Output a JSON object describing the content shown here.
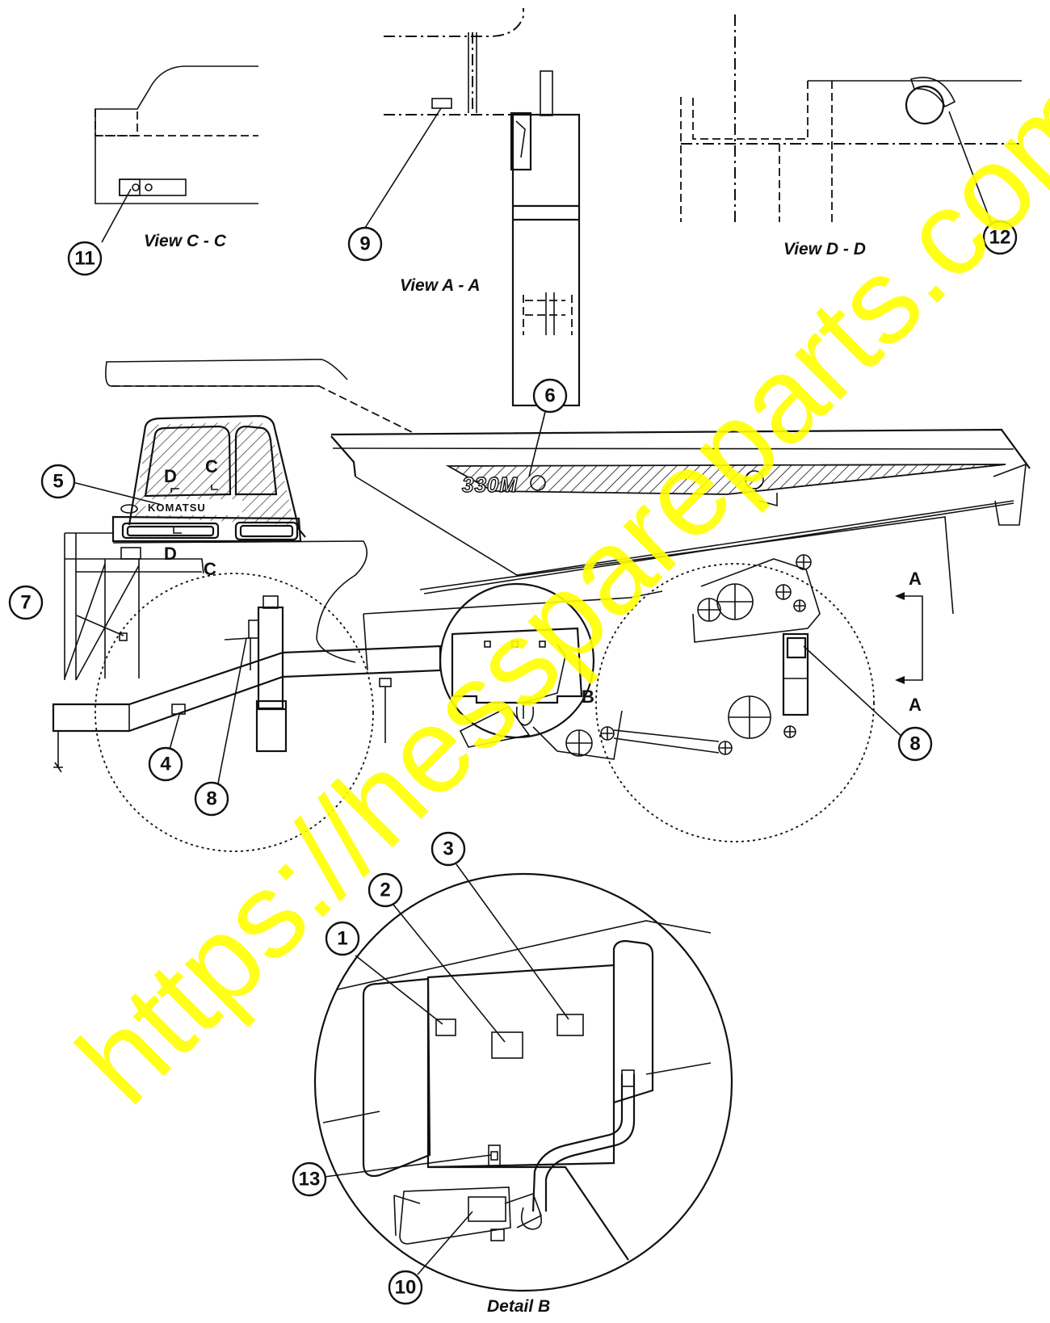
{
  "views": {
    "view_cc": "View C - C",
    "view_aa": "View A - A",
    "view_dd": "View D - D",
    "detail_b": "Detail B"
  },
  "section_marks": {
    "a_top": "A",
    "a_bottom": "A",
    "b": "B",
    "c_upper": "C",
    "c_lower": "C",
    "d_upper": "D",
    "d_lower": "D"
  },
  "truck": {
    "model_badge": "330M",
    "brand": "KOMATSU"
  },
  "callouts": [
    "1",
    "2",
    "3",
    "4",
    "5",
    "6",
    "7",
    "8",
    "8",
    "9",
    "10",
    "11",
    "12",
    "13"
  ],
  "watermark": "https://hesspareparts.com/",
  "colors": {
    "watermark": "#ffff00",
    "line": "#111111",
    "background": "#ffffff"
  }
}
